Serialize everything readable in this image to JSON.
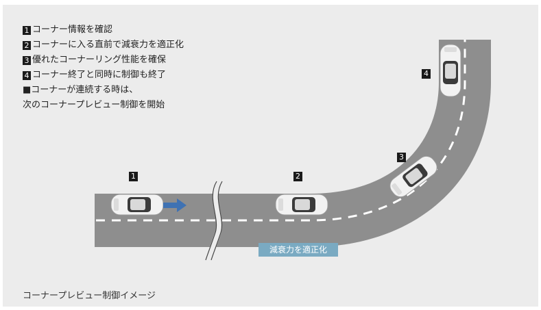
{
  "steps": [
    {
      "num": "1",
      "text": "コーナー情報を確認"
    },
    {
      "num": "2",
      "text": "コーナーに入る直前で減衰力を適正化"
    },
    {
      "num": "3",
      "text": "優れたコーナーリング性能を確保"
    },
    {
      "num": "4",
      "text": "コーナー終了と同時に制御も終了"
    }
  ],
  "note_line1": "■コーナーが連続する時は、",
  "note_line2": "次のコーナープレビュー制御を開始",
  "markers": [
    "1",
    "2",
    "3",
    "4"
  ],
  "damping_label": "減衰力を適正化",
  "caption": "コーナープレビュー制御イメージ",
  "colors": {
    "background": "#ececec",
    "road": "#8e8e8e",
    "lane_dash": "#ffffff",
    "arrow": "#3f72b3",
    "label_bg": "#7aaac2"
  }
}
